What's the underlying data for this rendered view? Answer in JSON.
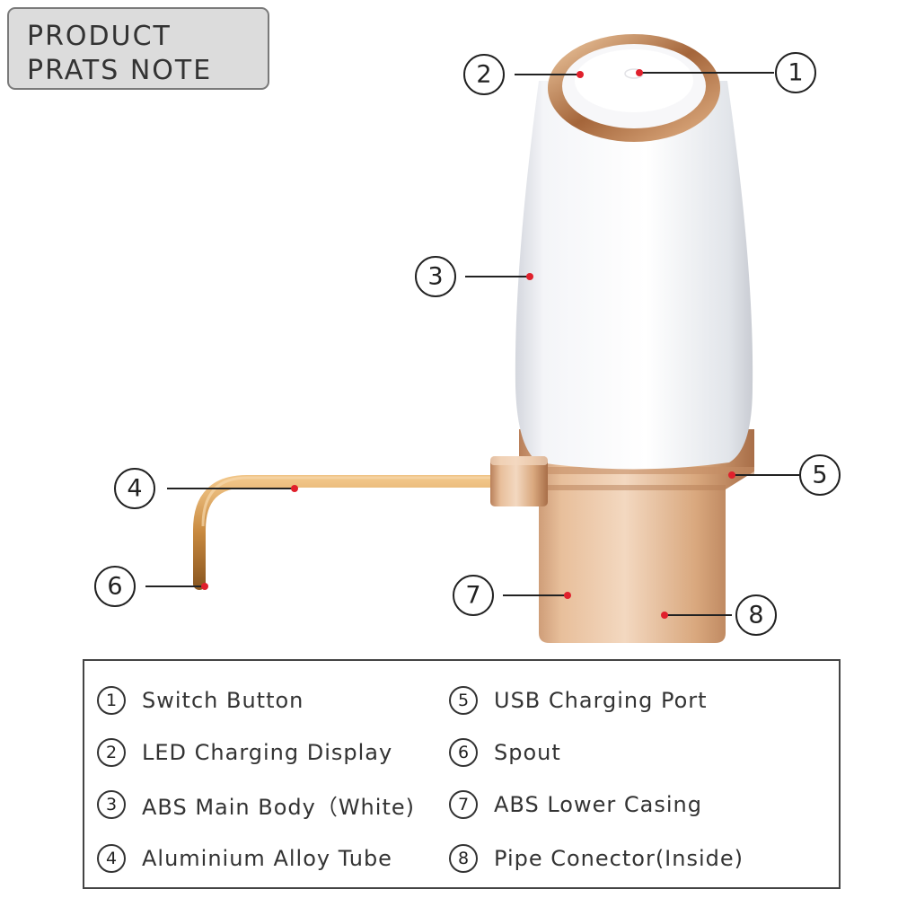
{
  "header": {
    "line1": "PRODUCT",
    "line2": "PRATS NOTE"
  },
  "colors": {
    "body_white": "#f4f5f8",
    "rose_gold": "#d9a87e",
    "marker_red": "#e0202c",
    "leader_line": "#222222"
  },
  "callouts": [
    {
      "num": "1"
    },
    {
      "num": "2"
    },
    {
      "num": "3"
    },
    {
      "num": "4"
    },
    {
      "num": "5"
    },
    {
      "num": "6"
    },
    {
      "num": "7"
    },
    {
      "num": "8"
    }
  ],
  "legend": {
    "left": [
      {
        "num": "1",
        "label": "Switch Button"
      },
      {
        "num": "2",
        "label": "LED Charging Display"
      },
      {
        "num": "3",
        "label": "ABS Main Body（White)"
      },
      {
        "num": "4",
        "label": "Aluminium Alloy Tube"
      }
    ],
    "right": [
      {
        "num": "5",
        "label": "USB Charging Port"
      },
      {
        "num": "6",
        "label": "Spout"
      },
      {
        "num": "7",
        "label": "ABS Lower Casing"
      },
      {
        "num": "8",
        "label": "Pipe Conector(Inside)"
      }
    ]
  }
}
